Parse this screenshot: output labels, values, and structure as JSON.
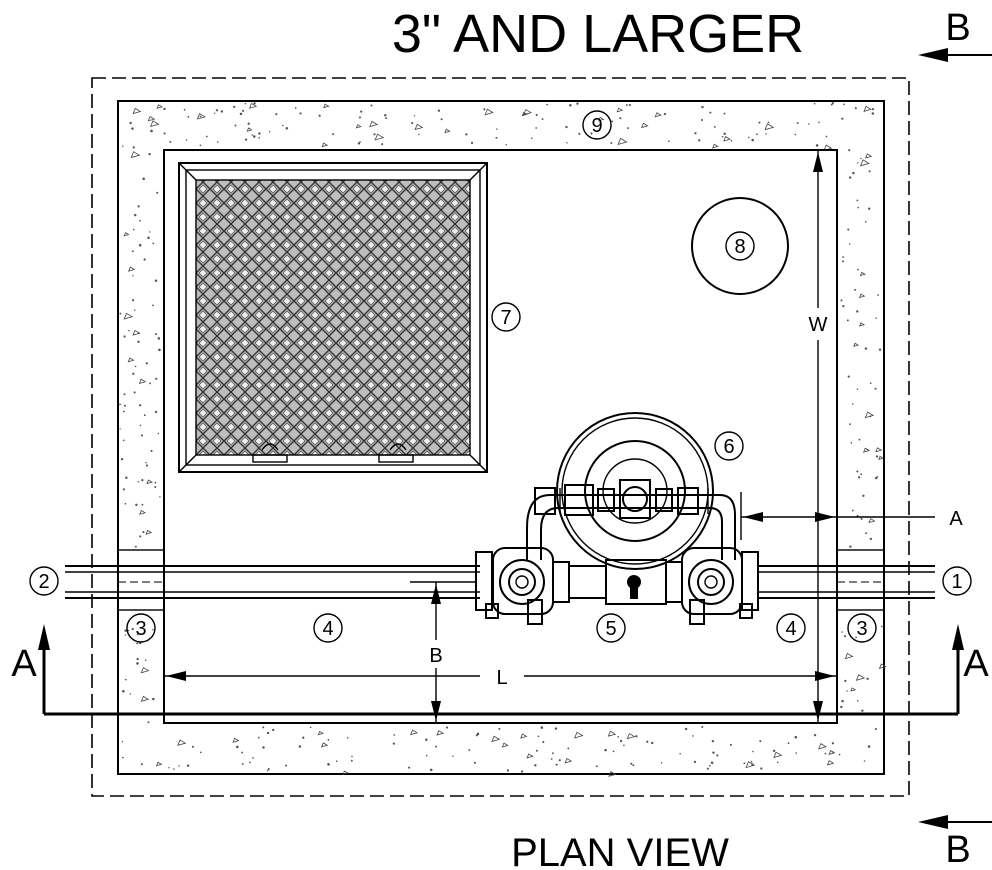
{
  "title": "3\" AND LARGER",
  "caption": "PLAN VIEW",
  "section_labels": {
    "a_left": "A",
    "a_right": "A",
    "b_top": "B",
    "b_bottom": "B"
  },
  "dimension_labels": {
    "w": "W",
    "l": "L",
    "a": "A",
    "b": "B"
  },
  "callouts": [
    "1",
    "2",
    "3",
    "3",
    "4",
    "4",
    "5",
    "6",
    "7",
    "8",
    "9"
  ]
}
